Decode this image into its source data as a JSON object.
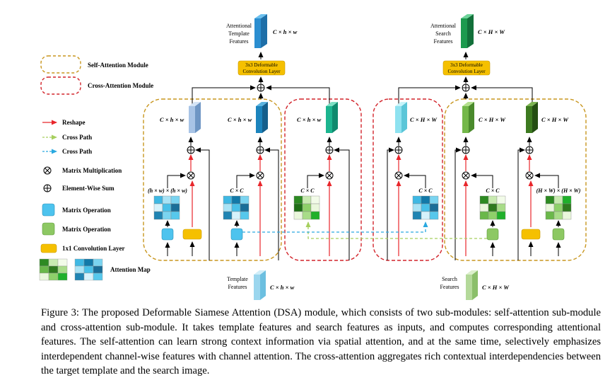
{
  "legend": {
    "self_attention": "Self-Attention Module",
    "cross_attention": "Cross-Attention Module",
    "reshape": "Reshape",
    "cross_path_green": "Cross Path",
    "cross_path_blue": "Cross Path",
    "matrix_multiplication": "Matrix Multiplication",
    "element_wise_sum": "Element-Wise Sum",
    "matrix_operation_blue": "Matrix Operation",
    "matrix_operation_green": "Matrix Operation",
    "conv_1x1": "1x1 Convolution Layer",
    "attention_map": "Attention Map"
  },
  "template": {
    "output_label_1": "Attentional",
    "output_label_2": "Template",
    "output_label_3": "Features",
    "output_dim": "C × h × w",
    "deform_1": "3x3 Deformable",
    "deform_2": "Convolution Layer",
    "input_label_1": "Template",
    "input_label_2": "Features",
    "input_dim": "C × h × w",
    "branch1_dim": "C × h × w",
    "branch2_dim": "C × h × w",
    "cross_dim": "C × h × w",
    "map1_dim": "(h × w) × (h × w)",
    "map2_dim": "C × C",
    "map3_dim": "C × C"
  },
  "search": {
    "output_label_1": "Attentional",
    "output_label_2": "Search",
    "output_label_3": "Features",
    "output_dim": "C × H × W",
    "deform_1": "3x3 Deformable",
    "deform_2": "Convolution Layer",
    "input_label_1": "Search",
    "input_label_2": "Features",
    "input_dim": "C × H × W",
    "cross_dim": "C × H × W",
    "branch1_dim": "C × H × W",
    "branch2_dim": "C × H × W",
    "map_cross_dim": "C × C",
    "map1_dim": "C × C",
    "map2_dim": "(H × W) × (H × W)"
  },
  "caption": "Figure 3: The proposed Deformable Siamese Attention (DSA) module, which consists of two sub-modules: self-attention sub-module and cross-attention sub-module. It takes template features and search features as inputs, and computes corresponding attentional features. The self-attention can learn strong context information via spatial attention, and at the same time, selectively emphasizes interdependent channel-wise features with channel attention. The cross-attention aggregates rich contextual interdependencies between the target template and the search image.",
  "colors": {
    "self_border": "#c8961e",
    "cross_border": "#d2232a",
    "reshape_arrow": "#e8262b",
    "cross_path_green": "#a6cf5e",
    "cross_path_blue": "#2aa9e0",
    "matrix_op_blue": "#4dc3ee",
    "matrix_op_green": "#8dc863",
    "conv_yellow": "#f5c000"
  }
}
